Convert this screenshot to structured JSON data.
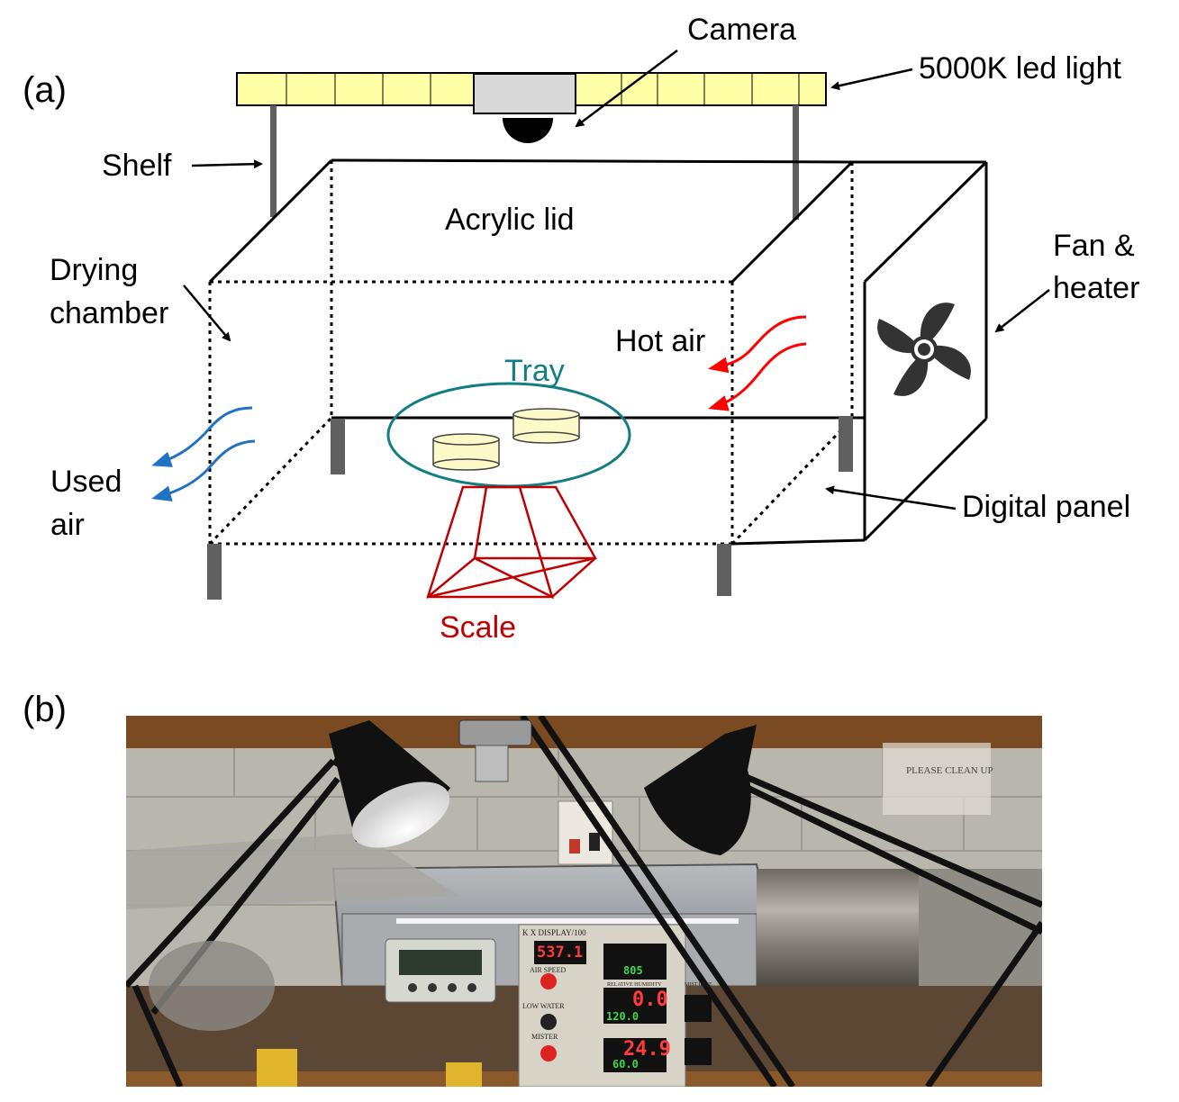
{
  "panel_a": {
    "letter": "(a)",
    "labels": {
      "camera": "Camera",
      "led_light": "5000K led light",
      "shelf": "Shelf",
      "acrylic_lid": "Acrylic lid",
      "drying_chamber_1": "Drying",
      "drying_chamber_2": "chamber",
      "fan_heater_1": "Fan &",
      "fan_heater_2": "heater",
      "hot_air": "Hot air",
      "tray": "Tray",
      "used_air_1": "Used",
      "used_air_2": "air",
      "digital_panel": "Digital panel",
      "scale": "Scale"
    },
    "colors": {
      "led_fill": "#ffffa6",
      "camera_body": "#d9d9d9",
      "hot_air": "#ff0000",
      "used_air": "#1f72c4",
      "tray": "#127e83",
      "scale": "#c00000",
      "legs": "#606060"
    }
  },
  "panel_b": {
    "letter": "(b)",
    "photo": {
      "display_title": "K X DISPLAY/100",
      "air_speed": "AIR SPEED",
      "low_water": "LOW WATER",
      "mister": "MISTER",
      "relative_humidity": "RELATIVE HUMIDITY",
      "mist_rate": "MIST RATE",
      "readout_air_speed": "537.1",
      "readout_humidity": "0.0",
      "readout_humidity_set": "120.0",
      "readout_temp": "24.9",
      "readout_temp_set": "60.0",
      "readout_top_right": "805",
      "sign_text": "PLEASE CLEAN UP"
    }
  }
}
